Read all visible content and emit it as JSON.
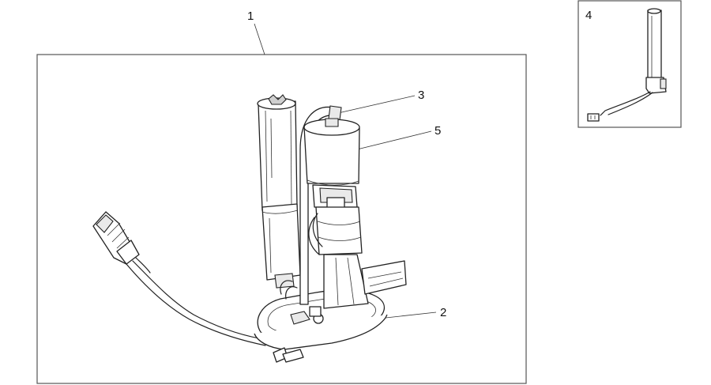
{
  "callouts": {
    "c1": "1",
    "c2": "2",
    "c3": "3",
    "c4": "4",
    "c5": "5"
  },
  "colors": {
    "frame": "#555555",
    "line": "#222222",
    "fill": "#ffffff"
  }
}
